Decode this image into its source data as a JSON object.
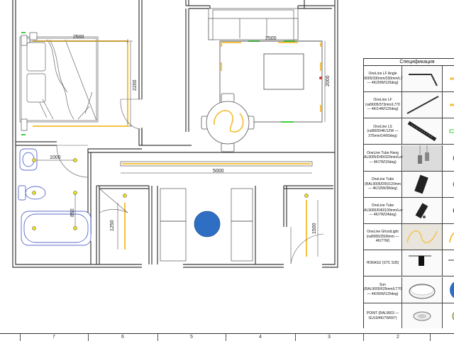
{
  "plan": {
    "dims": {
      "bedroom_width": "2500",
      "bedroom_depth": "2200",
      "living_width": "2500",
      "living_depth": "2000",
      "corridor_length": "5000",
      "bath_light_offset": "1000",
      "bath_light_height": "850",
      "wardrobe_left": "1250",
      "wardrobe_right": "1500"
    }
  },
  "spec": {
    "title": "Спецификация",
    "rows": [
      {
        "name": "OneLine LF Angle (ral9005/330mm/330mm/L770 — 4K/20W/120deg)",
        "icon": "angle-profile",
        "color": "#f5c242"
      },
      {
        "name": "OneLine LF (ral9005/373mm/L770 — 4K/14W/120deg)",
        "icon": "linear-profile",
        "color": "#f5c242"
      },
      {
        "name": "OneLine LS (ral9005/4K/12W — 375mm/14/60deg)",
        "icon": "track-light",
        "color": "#3ecf3e"
      },
      {
        "name": "OneLine Tube Hang (RAL9005/D40/320mm/Lens — 4K/7W/15deg)",
        "icon": "pendant-tube",
        "color": "#3ecf3e"
      },
      {
        "name": "OneLine Tube (RAL9005/D55/120mm — 4K/10W/38deg)",
        "icon": "tube-spot",
        "color": "#e8a93a"
      },
      {
        "name": "OneLine Tube (RAL9005/D40/100mm/Lens — 4K/7W/24deg)",
        "icon": "tube-spot-small",
        "color": "#d63a2a"
      },
      {
        "name": "OneLine GhostLight (ral9005/3500mm — 4K/77W)",
        "icon": "ghost-light",
        "color": "#f5c242"
      },
      {
        "name": "НОКАSU (STC S35)",
        "icon": "track-spot",
        "color": "#222222"
      },
      {
        "name": "Sun (RAL9005/625mm/LT70 — 4K/56W/120deg)",
        "icon": "ceiling-disc",
        "color": "#2f6fc3"
      },
      {
        "name": "POINT (RAL9003 — GU10/4K/7W/60°)",
        "icon": "downlight",
        "color": "#f0e21a"
      }
    ]
  },
  "ruler": {
    "labels": [
      "7",
      "6",
      "5",
      "4",
      "3",
      "2"
    ]
  },
  "colors": {
    "wall": "#3a3a3a",
    "profile": "#f5c242",
    "spot": "#f0e21a",
    "green": "#3ecf3e",
    "sun": "#2f6fc3",
    "red": "#d63a2a"
  }
}
